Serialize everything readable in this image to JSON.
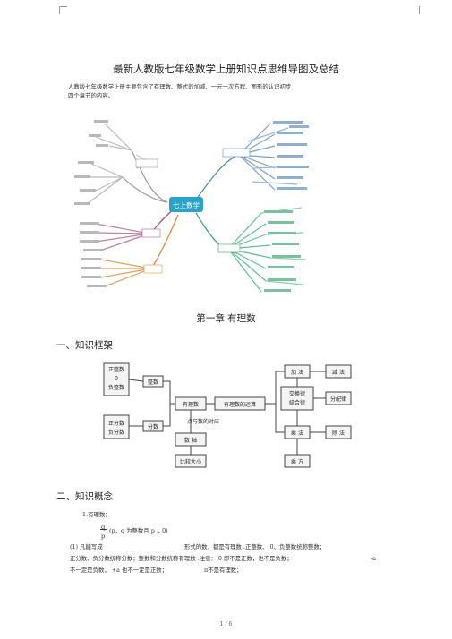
{
  "doc": {
    "title": "最新人教版七年级数学上册知识点思维导图及总结",
    "intro_line1": "人教版七年级数学上册主要包含了有理数、整式的加减、一元一次方程、图形的认识初步",
    "intro_line2": "四个章节的内容。",
    "chapter1_title": "第一章 有理数",
    "section1_heading": "一、知识框架",
    "section2_heading": "二、知识概念",
    "page_number": "1 / 6"
  },
  "mindmap": {
    "center_label": "七上数学"
  },
  "framework": {
    "box_positive": "正整数\n0\n负整数",
    "box_integer": "整数",
    "box_pos_frac": "正分数\n负分数",
    "box_fraction": "分数",
    "box_rational": "有理数",
    "box_operations": "有理数的运算",
    "box_add": "加 法",
    "box_sub": "减 法",
    "box_laws": "交换律\n结合律",
    "box_distributive": "分配律",
    "box_mul": "乘 法",
    "box_div": "除 法",
    "box_power": "乘 方",
    "box_opposite": "点与数的对应",
    "box_numberline": "数 轴",
    "box_compare": "比较大小"
  },
  "concepts": {
    "item1": "1.有理数：",
    "frac_top": "q",
    "frac_cond": "(p，q 为整数且 p",
    "neq": "≠",
    "zero": "0)",
    "frac_bottom": "p",
    "line1": "(1) 凡能写成",
    "line1b": "形式的数，都是有理数 .正整数、 0、负整数统称整数；",
    "line2": "正分数、负分数统称分数；整数和分数统称有理数 .注意： 0 即不是正数，也不是负数；",
    "line2b": "-a",
    "line3": "不一定是负数，  +a 也不一定是正数；",
    "line3b": "π不是有理数；"
  }
}
